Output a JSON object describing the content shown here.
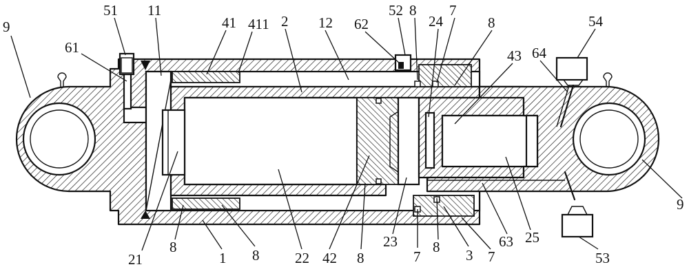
{
  "labels": {
    "l9_left": "9",
    "l51": "51",
    "l11": "11",
    "l61": "61",
    "l41": "41",
    "l411": "411",
    "l2": "2",
    "l12": "12",
    "l62": "62",
    "l52": "52",
    "l8_top_a": "8",
    "l24": "24",
    "l7_top": "7",
    "l8_top_b": "8",
    "l54": "54",
    "l64": "64",
    "l43": "43",
    "l9_right": "9",
    "l25": "25",
    "l63": "63",
    "l53": "53",
    "l21": "21",
    "l8_bot_a": "8",
    "l1": "1",
    "l8_bot_b": "8",
    "l22": "22",
    "l42": "42",
    "l8_bot_c": "8",
    "l23": "23",
    "l7_bot_a": "7",
    "l8_bot_d": "8",
    "l3": "3",
    "l7_bot_b": "7"
  },
  "colors": {
    "line": "#111111",
    "background": "#ffffff"
  }
}
